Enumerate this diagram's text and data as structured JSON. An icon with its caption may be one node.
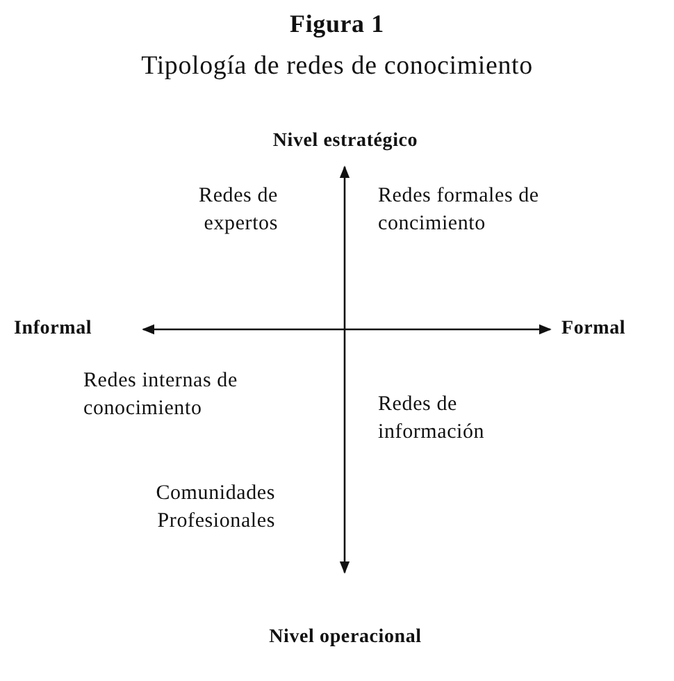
{
  "diagram": {
    "title": "Figura 1",
    "labels": [
      "Tipología de redes de conocimiento",
      "Nivel estratégico",
      "Redes de expertos",
      "Redes formales de concimiento",
      "Informal",
      "Formal",
      "Redes internas de conocimiento",
      "Redes de información",
      "Comunidades Profesionales",
      "Nivel operacional"
    ]
  }
}
